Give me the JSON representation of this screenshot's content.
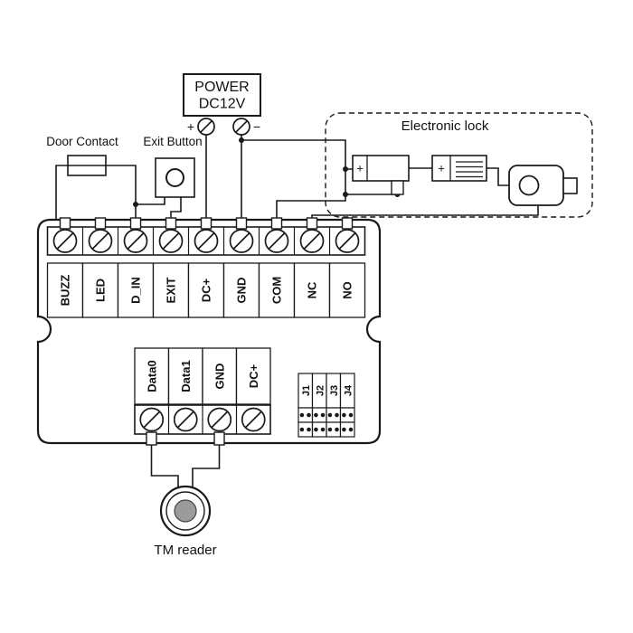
{
  "diagram": {
    "power_supply": {
      "title_line1": "POWER",
      "title_line2": "DC12V",
      "positive_label": "+",
      "negative_label": "−"
    },
    "door_contact": {
      "label": "Door Contact"
    },
    "exit_button": {
      "label": "Exit Button"
    },
    "electronic_lock": {
      "label": "Electronic lock",
      "coil_polarity": "+",
      "suppressor_polarity": "+"
    },
    "controller_board": {
      "top_terminals": [
        "BUZZ",
        "LED",
        "D_IN",
        "EXIT",
        "DC+",
        "GND",
        "COM",
        "NC",
        "NO"
      ],
      "reader_terminals": [
        "Data0",
        "Data1",
        "GND",
        "DC+"
      ],
      "jumpers": [
        "J1",
        "J2",
        "J3",
        "J4"
      ]
    },
    "tm_reader": {
      "label": "TM reader"
    },
    "colors": {
      "line": "#1a1a1a",
      "reader_center": "#9b9b9b",
      "background": "#ffffff"
    }
  }
}
